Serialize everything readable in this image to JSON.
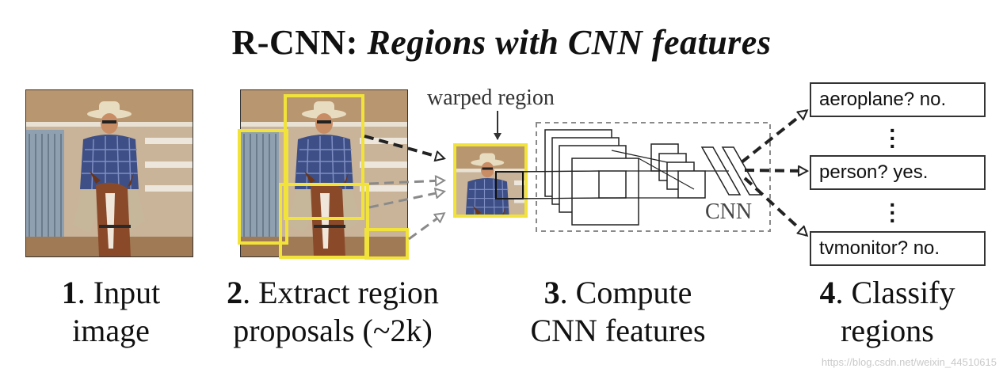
{
  "title": {
    "prefix": "R-CNN:",
    "italic": "Regions with CNN features"
  },
  "labels": {
    "warped_region": "warped region",
    "cnn": "CNN"
  },
  "steps": [
    {
      "num": "1",
      "line1": ". Input",
      "line2": "image"
    },
    {
      "num": "2",
      "line1": ". Extract region",
      "line2": "proposals (~2k)"
    },
    {
      "num": "3",
      "line1": ". Compute",
      "line2": "CNN features"
    },
    {
      "num": "4",
      "line1": ". Classify",
      "line2": "regions"
    }
  ],
  "classes": [
    {
      "text": "aeroplane? no."
    },
    {
      "text": "person? yes."
    },
    {
      "text": "tvmonitor? no."
    }
  ],
  "watermark": "https://blog.csdn.net/weixin_44510615",
  "colors": {
    "proposal_box": "#f2e33a",
    "arrow": "#222222",
    "gray_arrow": "#888888",
    "cnn_box": "#888888"
  }
}
